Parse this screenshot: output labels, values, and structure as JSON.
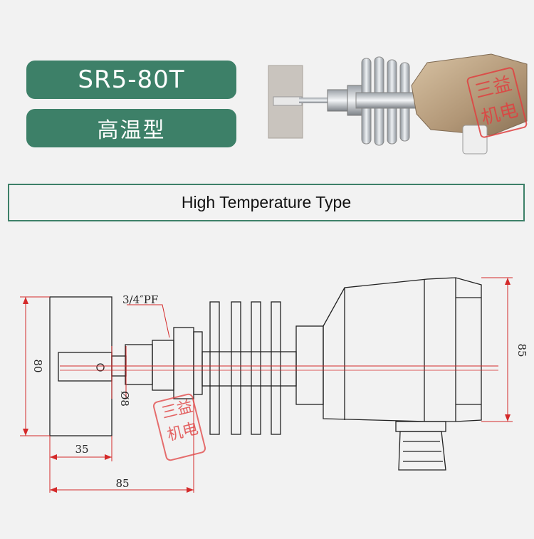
{
  "header": {
    "model": "SR5-80T",
    "type_cn": "高温型"
  },
  "banner": {
    "title": "High Temperature Type"
  },
  "drawing": {
    "thread_label": "3/4″PF",
    "dim_paddle_height": "80",
    "dim_paddle_width": "35",
    "dim_shaft_diameter": "Ø8",
    "dim_overall_length": "85",
    "dim_housing_height": "85"
  },
  "watermark": {
    "text": "三益机电"
  },
  "colors": {
    "accent": "#3d8068",
    "dimension_line": "#d42a2a",
    "housing": "#b39a7d"
  }
}
